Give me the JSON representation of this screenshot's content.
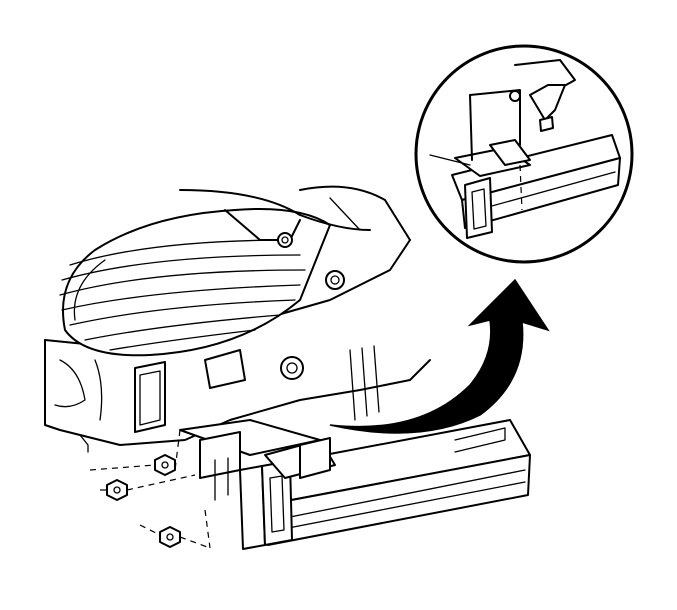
{
  "figure": {
    "type": "technical line illustration",
    "colors": {
      "line": "#000000",
      "background": "#ffffff",
      "arrow": "#000000"
    },
    "parts": [
      {
        "id": "tail-lamp-assembly",
        "icon": "lamp-lens-icon"
      },
      {
        "id": "bumper-impact-bar",
        "icon": "bumper-bar-icon"
      },
      {
        "id": "mounting-nuts",
        "icon": "nut-icon",
        "count": 3
      },
      {
        "id": "detail-callout",
        "icon": "magnifier-circle-icon"
      },
      {
        "id": "direction-arrow",
        "icon": "curved-arrow-icon"
      }
    ]
  }
}
